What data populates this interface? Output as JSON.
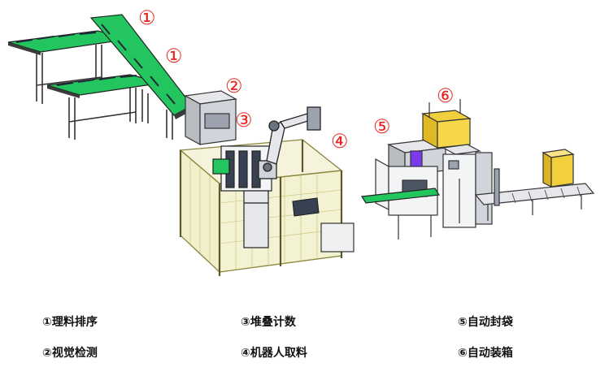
{
  "colors": {
    "conveyor_green": "#22c55e",
    "callout_red": "#e8231f",
    "fence_yellow": "#d8d56a",
    "bin_yellow": "#f2cf3c",
    "machine_gray": "#c7cacc"
  },
  "callouts": {
    "c1a": "①",
    "c1b": "①",
    "c2": "②",
    "c3": "③",
    "c4": "④",
    "c5": "⑤",
    "c6": "⑥"
  },
  "legend": {
    "item1": "①理料排序",
    "item2": "②视觉检测",
    "item3": "③堆叠计数",
    "item4": "④机器人取料",
    "item5": "⑤自动封袋",
    "item6": "⑥自动装箱"
  }
}
